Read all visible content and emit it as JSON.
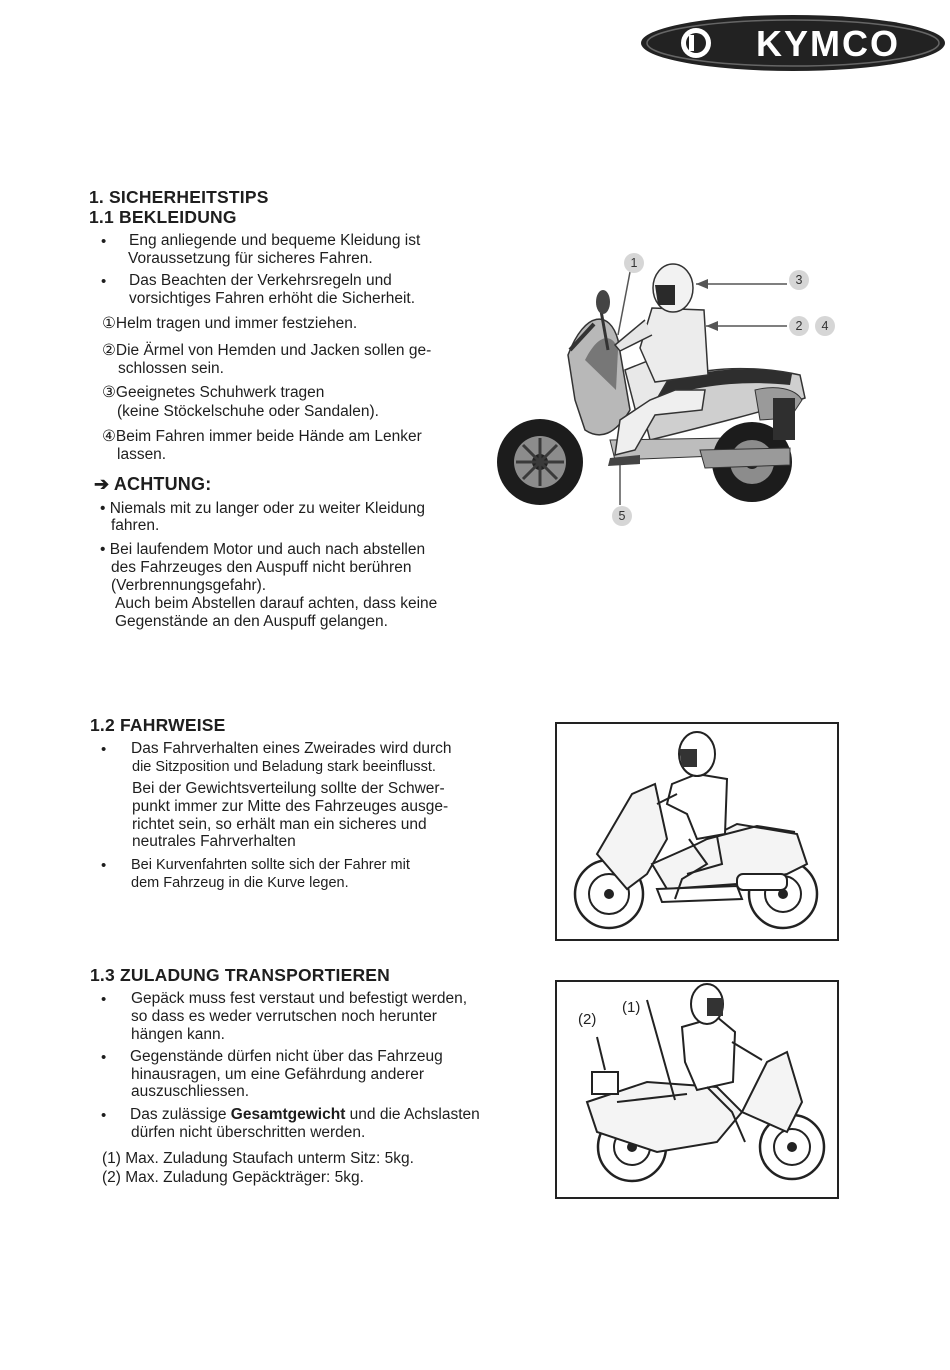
{
  "brand": {
    "logo_text": "KYMCO",
    "colors": {
      "logo_bg": "#222222",
      "logo_fg": "#ffffff",
      "callout_bg": "#d6d6d6"
    }
  },
  "section1": {
    "title": "1. SICHERHEITSTIPS",
    "subtitle": "1.1 BEKLEIDUNG",
    "bullets": [
      {
        "line1": "Eng anliegende und bequeme Kleidung ist",
        "line2": "Voraussetzung für sicheres Fahren."
      },
      {
        "line1": "Das Beachten der Verkehrsregeln und",
        "line2": "vorsichtiges Fahren erhöht die Sicherheit."
      }
    ],
    "numbered": [
      {
        "marker": "①",
        "line1": "Helm tragen und immer festziehen.",
        "line2": ""
      },
      {
        "marker": "②",
        "line1": "Die Ärmel von Hemden und Jacken sollen ge-",
        "line2": "schlossen sein."
      },
      {
        "marker": "③",
        "line1": "Geeignetes Schuhwerk tragen",
        "line2": "(keine Stöckelschuhe oder Sandalen)."
      },
      {
        "marker": "④",
        "line1": "Beim Fahren immer beide Hände am Lenker",
        "line2": "lassen."
      }
    ],
    "warning_title": "➔ ACHTUNG:",
    "warnings": [
      {
        "lines": [
          "• Niemals mit zu langer oder zu weiter Kleidung",
          "fahren."
        ]
      },
      {
        "lines": [
          "• Bei laufendem Motor  und auch nach abstellen",
          "des Fahrzeuges den Auspuff nicht berühren",
          "(Verbrennungsgefahr).",
          "Auch beim Abstellen darauf achten, dass keine",
          "Gegenstände an den Auspuff gelangen."
        ]
      }
    ],
    "callouts": [
      "1",
      "3",
      "2",
      "4",
      "5"
    ]
  },
  "section2": {
    "title": "1.2 FAHRWEISE",
    "bullet1": {
      "line1": "Das Fahrverhalten eines Zweirades wird durch",
      "line2": "die Sitzposition und Beladung stark beeinflusst.",
      "para": [
        "Bei der Gewichtsverteilung sollte der Schwer-",
        "punkt immer zur Mitte des Fahrzeuges ausge-",
        "richtet sein, so erhält man ein sicheres und",
        "neutrales Fahrverhalten"
      ]
    },
    "bullet2": {
      "line1": "Bei Kurvenfahrten sollte sich der Fahrer mit",
      "line2": "dem Fahrzeug in die Kurve legen."
    }
  },
  "section3": {
    "title": "1.3 ZULADUNG TRANSPORTIEREN",
    "bullets": [
      {
        "lines": [
          "Gepäck muss fest verstaut und befestigt werden,",
          "so dass es weder verrutschen noch herunter",
          "hängen kann."
        ]
      },
      {
        "lines": [
          "Gegenstände dürfen nicht über das Fahrzeug",
          "hinausragen, um eine Gefährdung anderer",
          "auszuschliessen."
        ]
      }
    ],
    "bullet3": {
      "pre": "Das zulässige ",
      "bold": "Gesamtgewicht",
      "post": " und die Achslasten",
      "line2": "dürfen nicht überschritten werden."
    },
    "loads": [
      "(1) Max. Zuladung Staufach unterm Sitz: 5kg.",
      "(2) Max. Zuladung Gepäckträger: 5kg."
    ],
    "illus_labels": [
      "(2)",
      "(1)"
    ]
  }
}
